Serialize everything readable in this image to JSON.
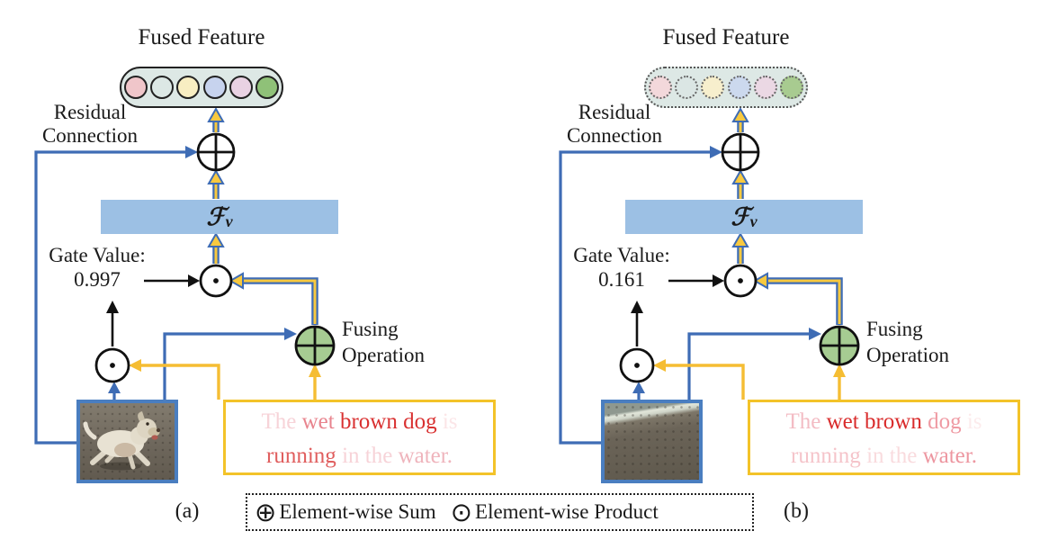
{
  "panels": [
    {
      "caption": "(a)",
      "fused_feature_label": "Fused Feature",
      "residual_line1": "Residual",
      "residual_line2": "Connection",
      "fv_symbol": "ℱ",
      "fv_subscript": "v",
      "gate_label": "Gate Value:",
      "gate_value": "0.997",
      "fusing_line1": "Fusing",
      "fusing_line2": "Operation",
      "feature_dots": [
        "#f0c6ca",
        "#dce8e5",
        "#f8eec2",
        "#c7d3ee",
        "#e9d2e3",
        "#8fc178"
      ],
      "sentence_lines": [
        [
          {
            "t": "The",
            "c": "#f7d3d8"
          },
          {
            "t": "wet",
            "c": "#e8848e"
          },
          {
            "t": "brown",
            "c": "#d93131"
          },
          {
            "t": "dog",
            "c": "#d93131"
          },
          {
            "t": "is",
            "c": "#fbe5e7"
          }
        ],
        [
          {
            "t": "running",
            "c": "#e05e5e"
          },
          {
            "t": "in",
            "c": "#f7d3d8"
          },
          {
            "t": "the",
            "c": "#f7d3d8"
          },
          {
            "t": "water.",
            "c": "#efb4bc"
          }
        ]
      ]
    },
    {
      "caption": "(b)",
      "fused_feature_label": "Fused Feature",
      "residual_line1": "Residual",
      "residual_line2": "Connection",
      "fv_symbol": "ℱ",
      "fv_subscript": "v",
      "gate_label": "Gate Value:",
      "gate_value": "0.161",
      "fusing_line1": "Fusing",
      "fusing_line2": "Operation",
      "feature_dots": [
        "#f3d8db",
        "#dbe6e4",
        "#f7efcd",
        "#ccd9ee",
        "#ebd8e4",
        "#a8cb90"
      ],
      "sentence_lines": [
        [
          {
            "t": "The",
            "c": "#f3bcc4"
          },
          {
            "t": "wet",
            "c": "#d92b2b"
          },
          {
            "t": "brown",
            "c": "#d92b2b"
          },
          {
            "t": "dog",
            "c": "#ef9aa3"
          },
          {
            "t": "is",
            "c": "#fcebec"
          }
        ],
        [
          {
            "t": "running",
            "c": "#f5c4ca"
          },
          {
            "t": "in",
            "c": "#f9dbde"
          },
          {
            "t": "the",
            "c": "#f9dbde"
          },
          {
            "t": "water.",
            "c": "#ed96a0"
          }
        ]
      ]
    }
  ],
  "legend": {
    "sum_symbol": "⊕",
    "sum_label": "Element-wise Sum",
    "product_symbol": "⊙",
    "product_label": "Element-wise Product"
  },
  "colors": {
    "arrow_blue": "#3e6cb5",
    "arrow_yellow": "#f5bd33",
    "fv_fill": "#9cc0e4",
    "fusing_green": "#a6cc92",
    "image_border_blue": "#4a7ec0",
    "textbox_border_yellow": "#f3c329"
  }
}
